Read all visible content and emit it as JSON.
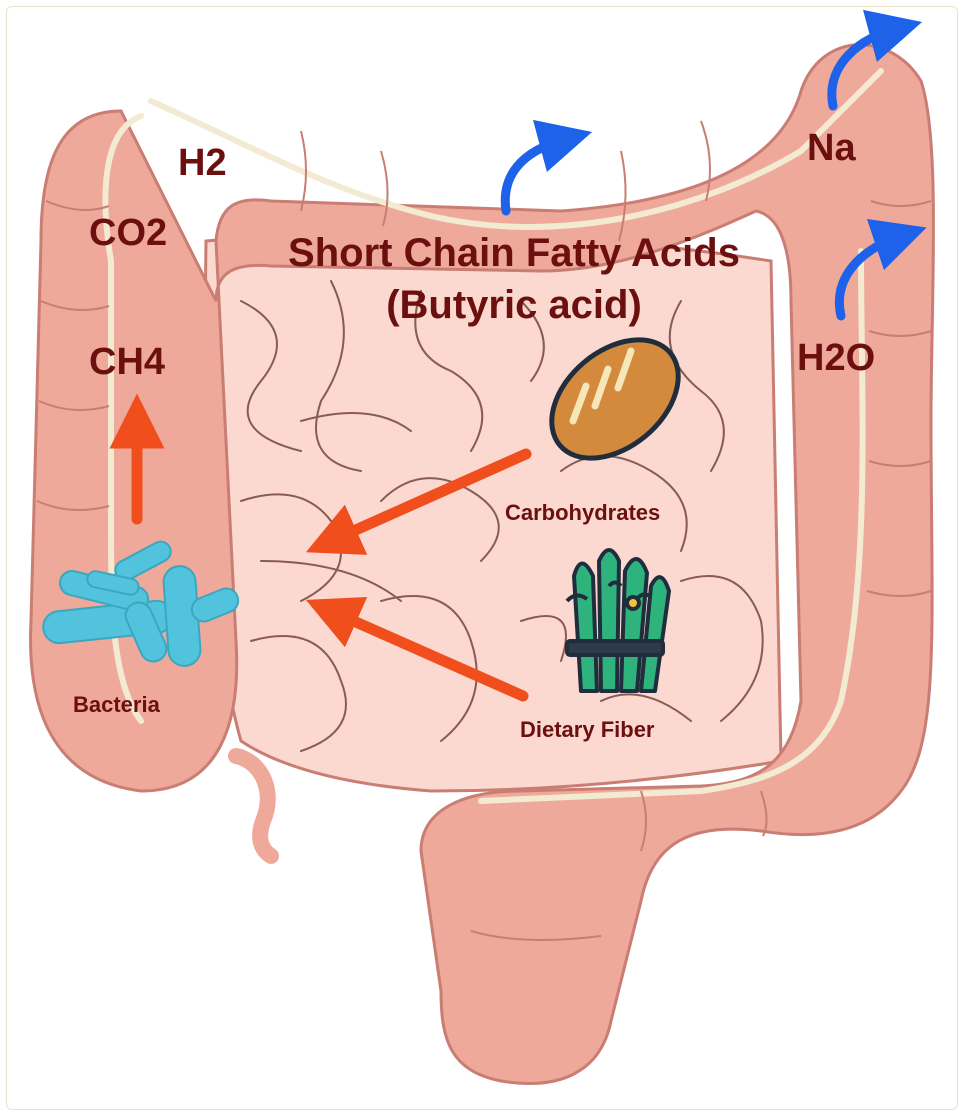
{
  "labels": {
    "h2": "H2",
    "co2": "CO2",
    "ch4": "CH4",
    "scfa_line1": "Short Chain Fatty Acids",
    "scfa_line2": "(Butyric acid)",
    "na": "Na",
    "h2o": "H2O",
    "carbohydrates": "Carbohydrates",
    "dietary_fiber": "Dietary Fiber",
    "bacteria": "Bacteria"
  },
  "colors": {
    "colon": "#eea99b",
    "colon_outline": "#c97d73",
    "small_intestine": "#fbd9d0",
    "small_intestine_lines": "#8a5a55",
    "lining": "#f3ead2",
    "text": "#6b0f0f",
    "absorption_arrow": "#1d62e8",
    "flow_arrow": "#f04e1c",
    "bacteria": "#52c3dc",
    "bread": "#d38a3c",
    "fiber": "#2fb37c"
  },
  "icons": [
    "bread-icon",
    "asparagus-icon",
    "bacteria-icon"
  ]
}
